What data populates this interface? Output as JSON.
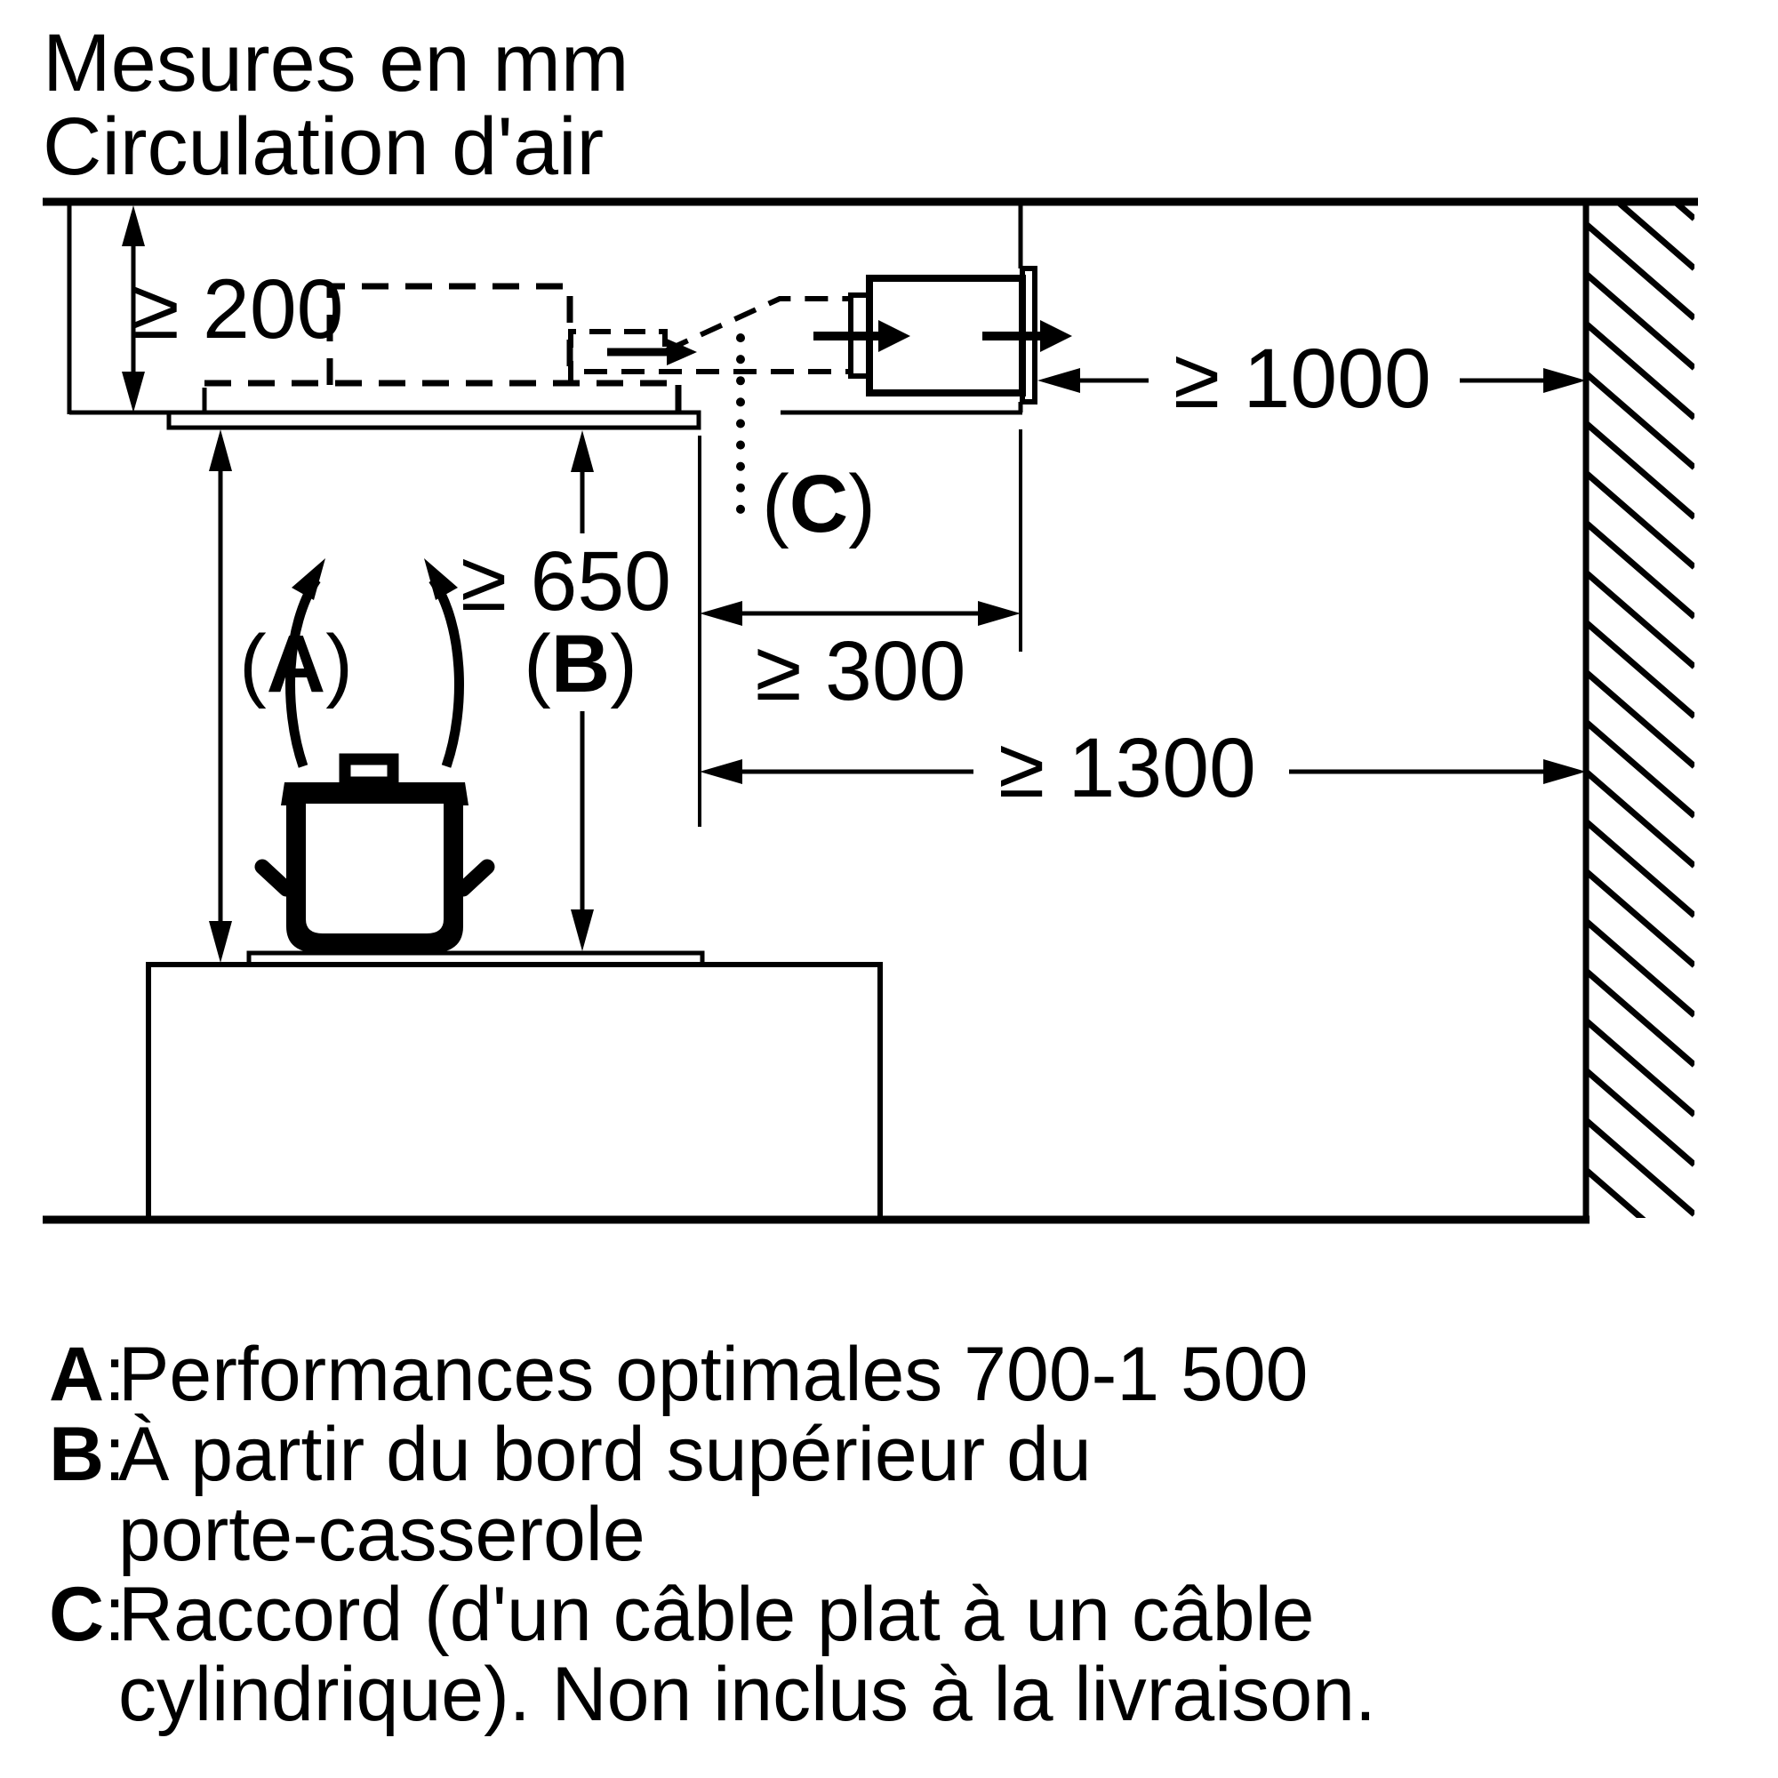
{
  "title": {
    "line1": "Mesures en mm",
    "line2": "Circulation d'air"
  },
  "dimensions": {
    "ceiling_gap": "≥ 200",
    "to_wall": "≥ 1000",
    "hob_clearance": "≥ 650",
    "duct_offset": "≥ 300",
    "island_to_wall": "≥ 1300"
  },
  "labels": {
    "a": {
      "open": "(",
      "letter": "A",
      "close": ")"
    },
    "b": {
      "open": "(",
      "letter": "B",
      "close": ")"
    },
    "c": {
      "open": "(",
      "letter": "C",
      "close": ")"
    }
  },
  "legend": {
    "a": {
      "key": "A",
      "colon": ":",
      "line1": "Performances optimales 700-1 500"
    },
    "b": {
      "key": "B",
      "colon": ":",
      "line1": "À partir du bord supérieur du",
      "line2": "porte-casserole"
    },
    "c": {
      "key": "C",
      "colon": ":",
      "line1": "Raccord (d'un câble plat à un câble",
      "line2": "cylindrique). Non inclus à la livraison."
    }
  },
  "colors": {
    "ink": "#000000",
    "background": "#ffffff",
    "unit_fill": "#d9d9d9"
  }
}
